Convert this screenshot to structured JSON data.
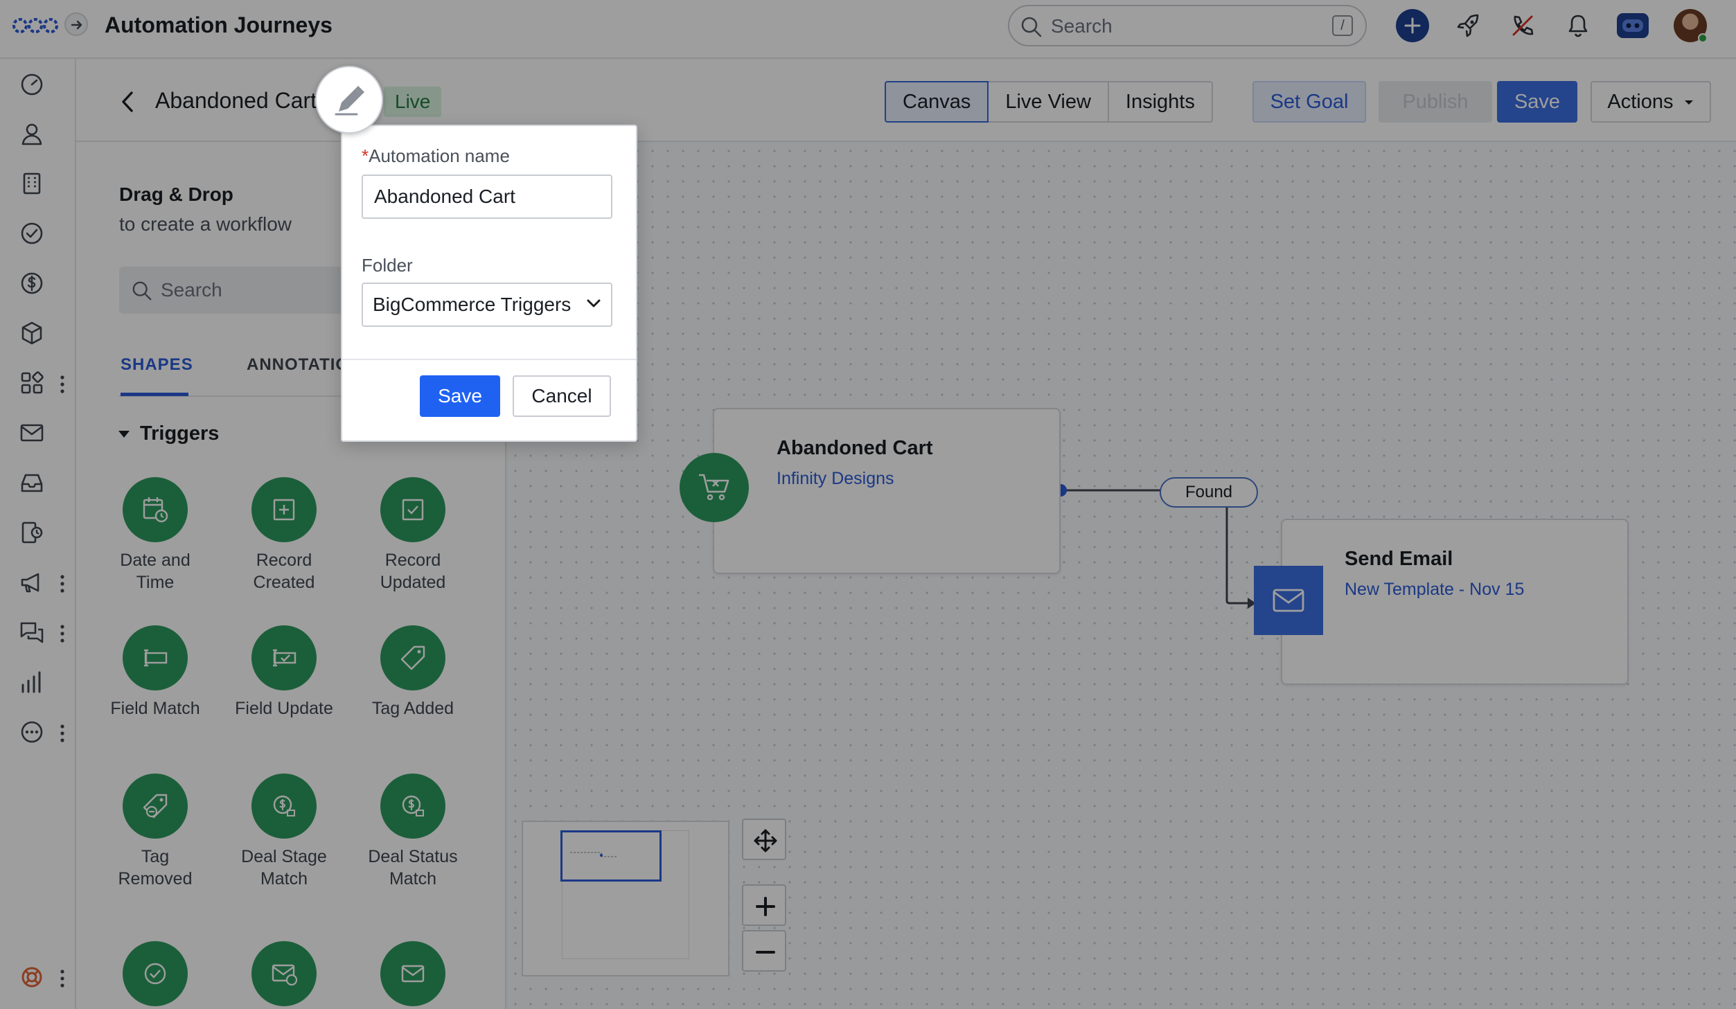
{
  "app": {
    "title": "Automation Journeys"
  },
  "search": {
    "placeholder": "Search",
    "shortcut": "/"
  },
  "header": {
    "journey_name": "Abandoned Cart",
    "status_badge": "Live",
    "view_tabs": [
      {
        "label": "Canvas",
        "active": true
      },
      {
        "label": "Live View",
        "active": false
      },
      {
        "label": "Insights",
        "active": false
      }
    ],
    "set_goal_label": "Set Goal",
    "publish_label": "Publish",
    "save_label": "Save",
    "actions_label": "Actions"
  },
  "panel": {
    "title": "Drag & Drop",
    "subtitle": "to create a workflow",
    "search_placeholder": "Search",
    "tabs": [
      {
        "label": "SHAPES",
        "active": true
      },
      {
        "label": "ANNOTATIONS",
        "active": false
      }
    ],
    "section": "Triggers",
    "shapes": [
      {
        "label": "Date and Time",
        "icon": "calendar-clock-icon"
      },
      {
        "label": "Record Created",
        "icon": "plus-square-icon"
      },
      {
        "label": "Record Updated",
        "icon": "check-square-icon"
      },
      {
        "label": "Field Match",
        "icon": "field-match-icon"
      },
      {
        "label": "Field Update",
        "icon": "field-update-icon"
      },
      {
        "label": "Tag Added",
        "icon": "tag-icon"
      },
      {
        "label": "Tag Removed",
        "icon": "tag-minus-icon"
      },
      {
        "label": "Deal Stage Match",
        "icon": "deal-stage-icon"
      },
      {
        "label": "Deal Status Match",
        "icon": "deal-status-icon"
      },
      {
        "label": "",
        "icon": "check-circle-icon"
      },
      {
        "label": "",
        "icon": "mail-clock-icon"
      },
      {
        "label": "",
        "icon": "mail-icon"
      }
    ]
  },
  "canvas": {
    "trigger_node": {
      "title": "Abandoned Cart",
      "subtitle": "Infinity Designs",
      "icon": "cart-x-icon"
    },
    "connector_label": "Found",
    "action_node": {
      "title": "Send Email",
      "subtitle": "New Template - Nov 15",
      "icon": "mail-icon"
    }
  },
  "popover": {
    "name_label": "Automation name",
    "name_required_mark": "*",
    "name_value": "Abandoned Cart",
    "folder_label": "Folder",
    "folder_value": "BigCommerce Triggers",
    "save_label": "Save",
    "cancel_label": "Cancel"
  },
  "colors": {
    "primary": "#1f62f2",
    "trigger_green": "#2d9a5e",
    "live_badge_bg": "#d9f2df",
    "navy": "#1d3f91"
  }
}
